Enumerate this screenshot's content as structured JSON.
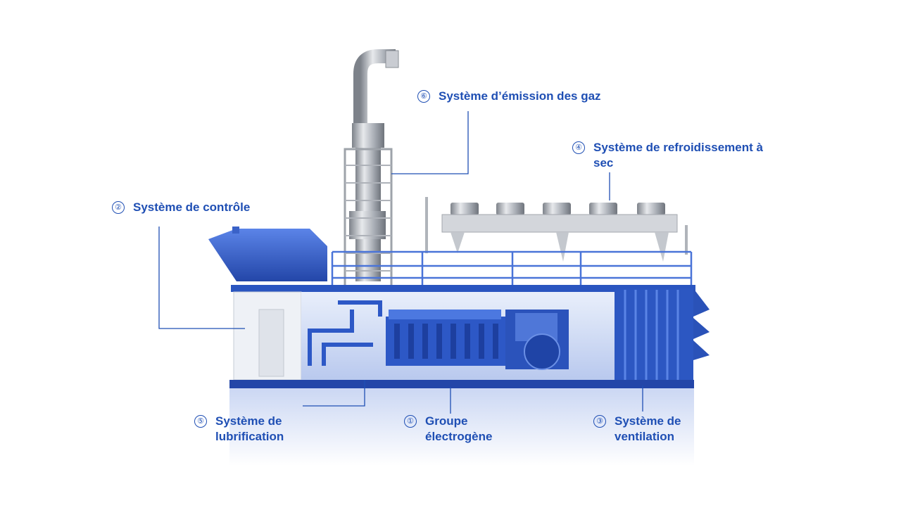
{
  "colors": {
    "accent": "#1f4fb4",
    "equipment_blue": "#2f5fd0",
    "steel": "#b9bdc4"
  },
  "callouts": [
    {
      "id": "emission",
      "num": "⑥",
      "label": "Système d’émission des gaz"
    },
    {
      "id": "cooling",
      "num": "④",
      "label": "Système de refroidissement à sec"
    },
    {
      "id": "control",
      "num": "②",
      "label": "Système de contrôle"
    },
    {
      "id": "lubrication",
      "num": "⑤",
      "label": "Système de lubrification"
    },
    {
      "id": "genset",
      "num": "①",
      "label": "Groupe électrogène"
    },
    {
      "id": "ventilation",
      "num": "③",
      "label": "Système de ventilation"
    }
  ]
}
